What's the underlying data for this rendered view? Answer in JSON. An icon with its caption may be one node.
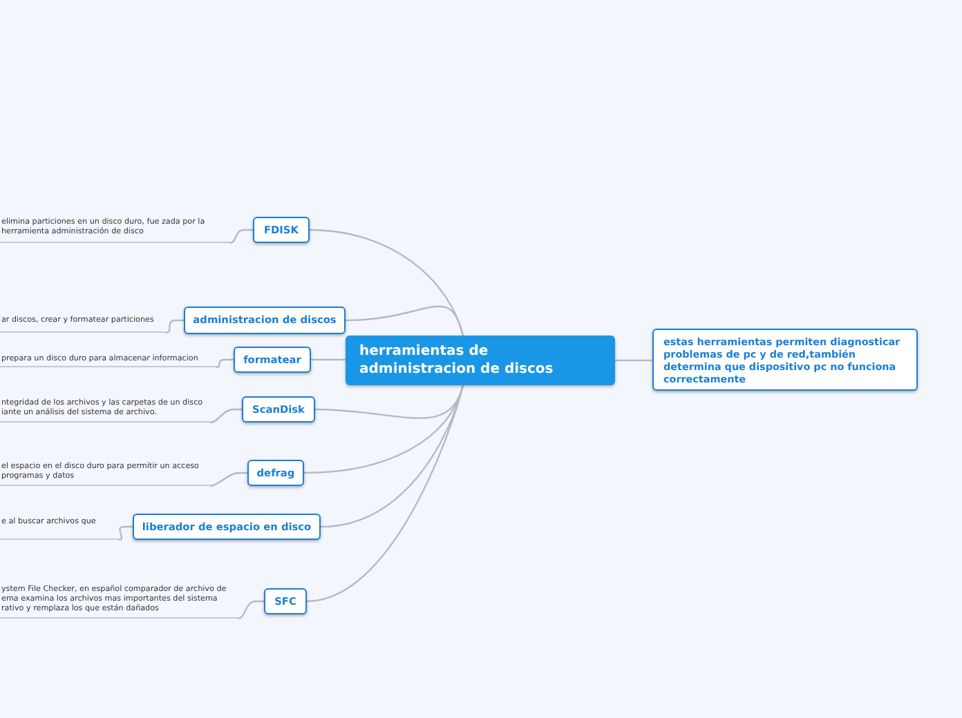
{
  "diagram": {
    "nodes": [
      {
        "text": [
          "herramientas de administracion de discos"
        ]
      },
      {
        "text": [
          "estas herramientas permiten diagnosticar problemas de pc y de red,también determina que dispositivo pc no funciona correctamente"
        ]
      },
      {
        "text": [
          "FDISK"
        ]
      },
      {
        "text": [
          "elimina particiones en un disco duro, fue zada por la herramienta administración de disco"
        ]
      },
      {
        "text": [
          "administracion de discos"
        ]
      },
      {
        "text": [
          "ar discos, crear y formatear particiones"
        ]
      },
      {
        "text": [
          "formatear"
        ]
      },
      {
        "text": [
          "prepara un disco duro para almacenar informacion"
        ]
      },
      {
        "text": [
          "ScanDisk"
        ]
      },
      {
        "text": [
          "ntegridad de los archivos y las carpetas de un disco iante un análisis del sistema de archivo."
        ]
      },
      {
        "text": [
          "defrag"
        ]
      },
      {
        "text": [
          "el espacio en el disco duro para permitir un acceso programas y datos"
        ]
      },
      {
        "text": [
          "liberador de espacio en disco"
        ]
      },
      {
        "text": [
          "e al buscar archivos que"
        ]
      },
      {
        "text": [
          "SFC"
        ]
      },
      {
        "text": [
          "ystem File Checker, en español comparador de archivo de ema examina los archivos mas importantes del sistema rativo y remplaza los que están dañados"
        ]
      }
    ],
    "edges": [
      {
        "from": 0,
        "to": 1,
        "arrow": "none"
      },
      {
        "from": 0,
        "to": 2,
        "arrow": "none"
      },
      {
        "from": 0,
        "to": 4,
        "arrow": "none"
      },
      {
        "from": 0,
        "to": 6,
        "arrow": "none"
      },
      {
        "from": 0,
        "to": 8,
        "arrow": "none"
      },
      {
        "from": 0,
        "to": 10,
        "arrow": "none"
      },
      {
        "from": 0,
        "to": 12,
        "arrow": "none"
      },
      {
        "from": 0,
        "to": 14,
        "arrow": "none"
      },
      {
        "from": 2,
        "to": 3,
        "arrow": "none"
      },
      {
        "from": 4,
        "to": 5,
        "arrow": "none"
      },
      {
        "from": 6,
        "to": 7,
        "arrow": "none"
      },
      {
        "from": 8,
        "to": 9,
        "arrow": "none"
      },
      {
        "from": 10,
        "to": 11,
        "arrow": "none"
      },
      {
        "from": 12,
        "to": 13,
        "arrow": "none"
      },
      {
        "from": 14,
        "to": 15,
        "arrow": "none"
      }
    ]
  }
}
